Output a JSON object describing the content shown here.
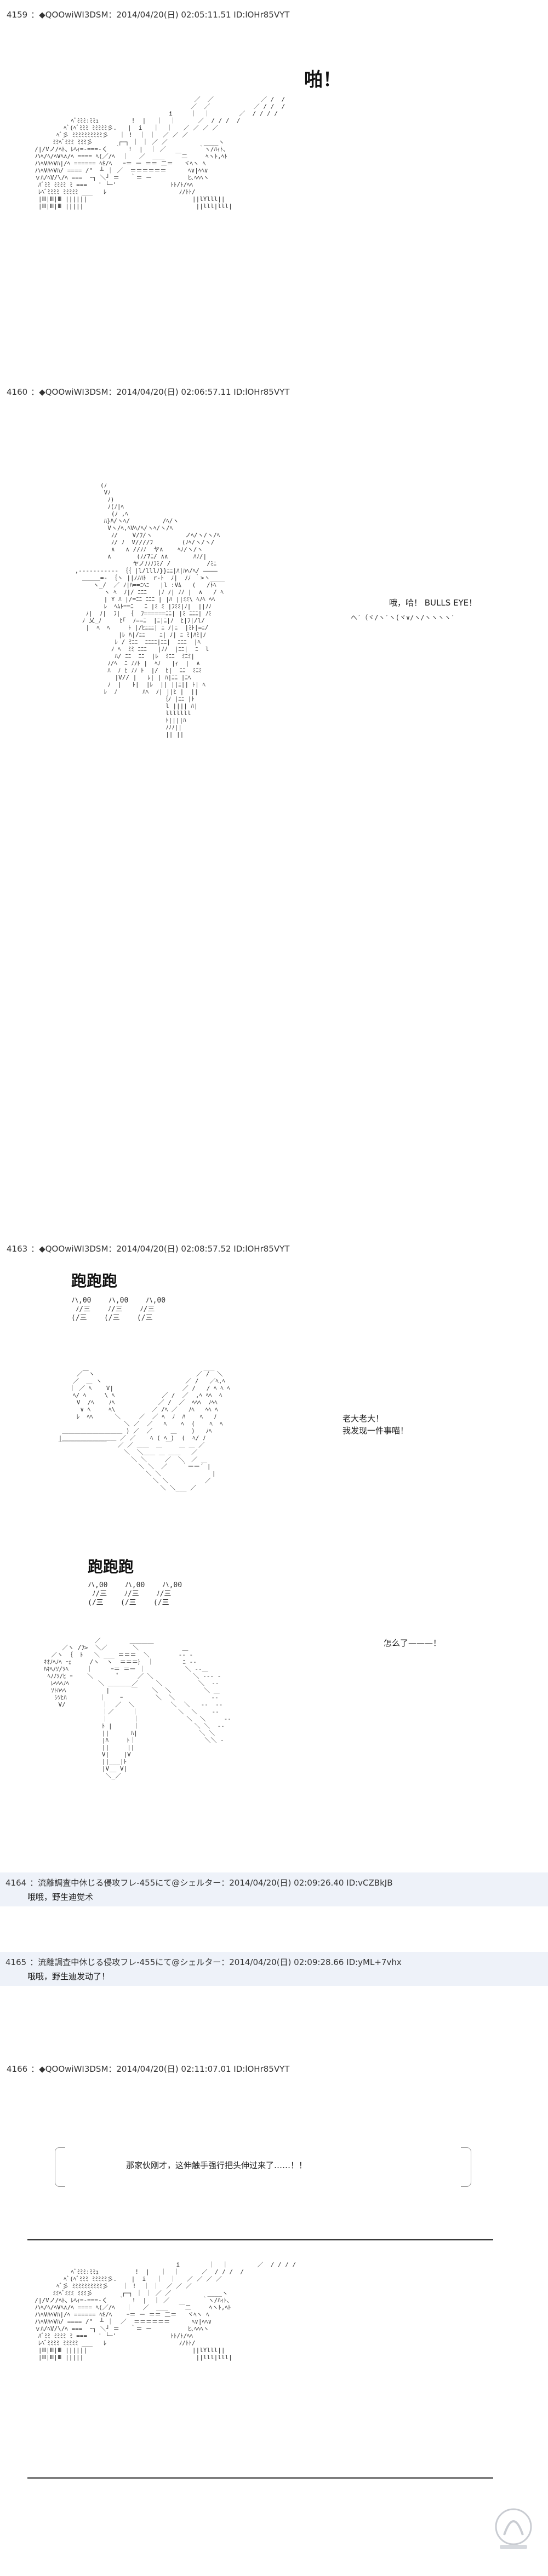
{
  "posts": [
    {
      "num": "4159",
      "header": "：◆QOOwiWI3DSM：2014/04/20(日) 02:05:11.51 ID:lOHr85VYT"
    },
    {
      "num": "4160",
      "header": "：◆QOOwiWI3DSM：2014/04/20(日) 02:06:57.11 ID:lOHr85VYT"
    },
    {
      "num": "4163",
      "header": "：◆QOOwiWI3DSM：2014/04/20(日) 02:08:57.52 ID:lOHr85VYT"
    },
    {
      "num": "4164",
      "header": "：流離調査中休じる侵攻フレ-455にて@シェルター：2014/04/20(日) 02:09:26.40 ID:vCZBkJB"
    },
    {
      "num": "4165",
      "header": "：流離調査中休じる侵攻フレ-455にて@シェルター：2014/04/20(日) 02:09:28.66 ID:yML+7vhx"
    },
    {
      "num": "4166",
      "header": "：◆QOOwiWI3DSM：2014/04/20(日) 02:11:07.01 ID:lOHr85VYT"
    }
  ],
  "text": {
    "pa": "啪！",
    "oh_ha": "哦，哈！ BULLS EYE！",
    "run1": "跑跑跑",
    "run2": "跑跑跑",
    "boss": "老大老大！\n我发现一件事喵！",
    "what": "怎么了———！",
    "reply1": "哦哦，野生迪觉术",
    "reply2": "哦哦，野生迪发动了！",
    "final": "那家伙刚才，这伸触手强行把头伸过来了……！！"
  },
  "aa": {
    "sfx": "へ′（ヾ/ヽ′ヽ(ヾ∨/ヽ/ヽヽヽヽ′",
    "run_small": "ハ,00    ハ,00    ハ,00\n ﾉ/三    ﾉ/三    ﾉ/三\n(/三    (/三    (/三"
  }
}
